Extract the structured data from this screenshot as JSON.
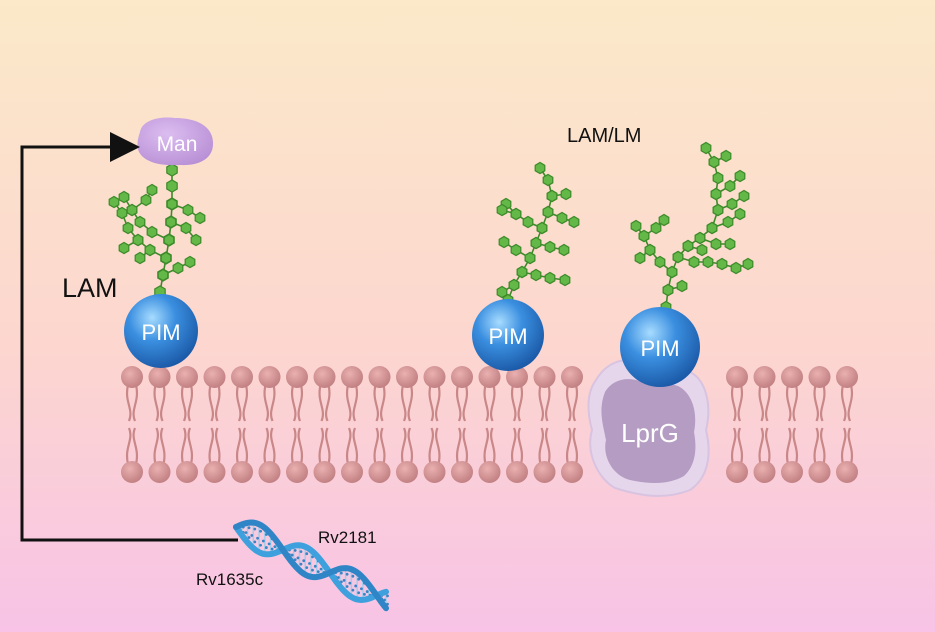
{
  "labels": {
    "man": "Man",
    "lam": "LAM",
    "lam_lm": "LAM/LM",
    "pim": "PIM",
    "lprg": "LprG",
    "gene_1": "Rv2181",
    "gene_2": "Rv1635c"
  },
  "colors": {
    "bg_top": "#fbe8c8",
    "bg_bottom": "#f8c4e4",
    "lipid_head": "#d89495",
    "lipid_tail": "#c98486",
    "pim_blue": "#2a7bd3",
    "glycan_green": "#5fb544",
    "man_purple": "#c9a2df",
    "lprg_purple": "#c8aed0",
    "dna_blue": "#46a5db",
    "arrow": "#111111"
  },
  "icons": {
    "dna": "dna-helix-icon",
    "arrow": "arrow-right-icon"
  }
}
